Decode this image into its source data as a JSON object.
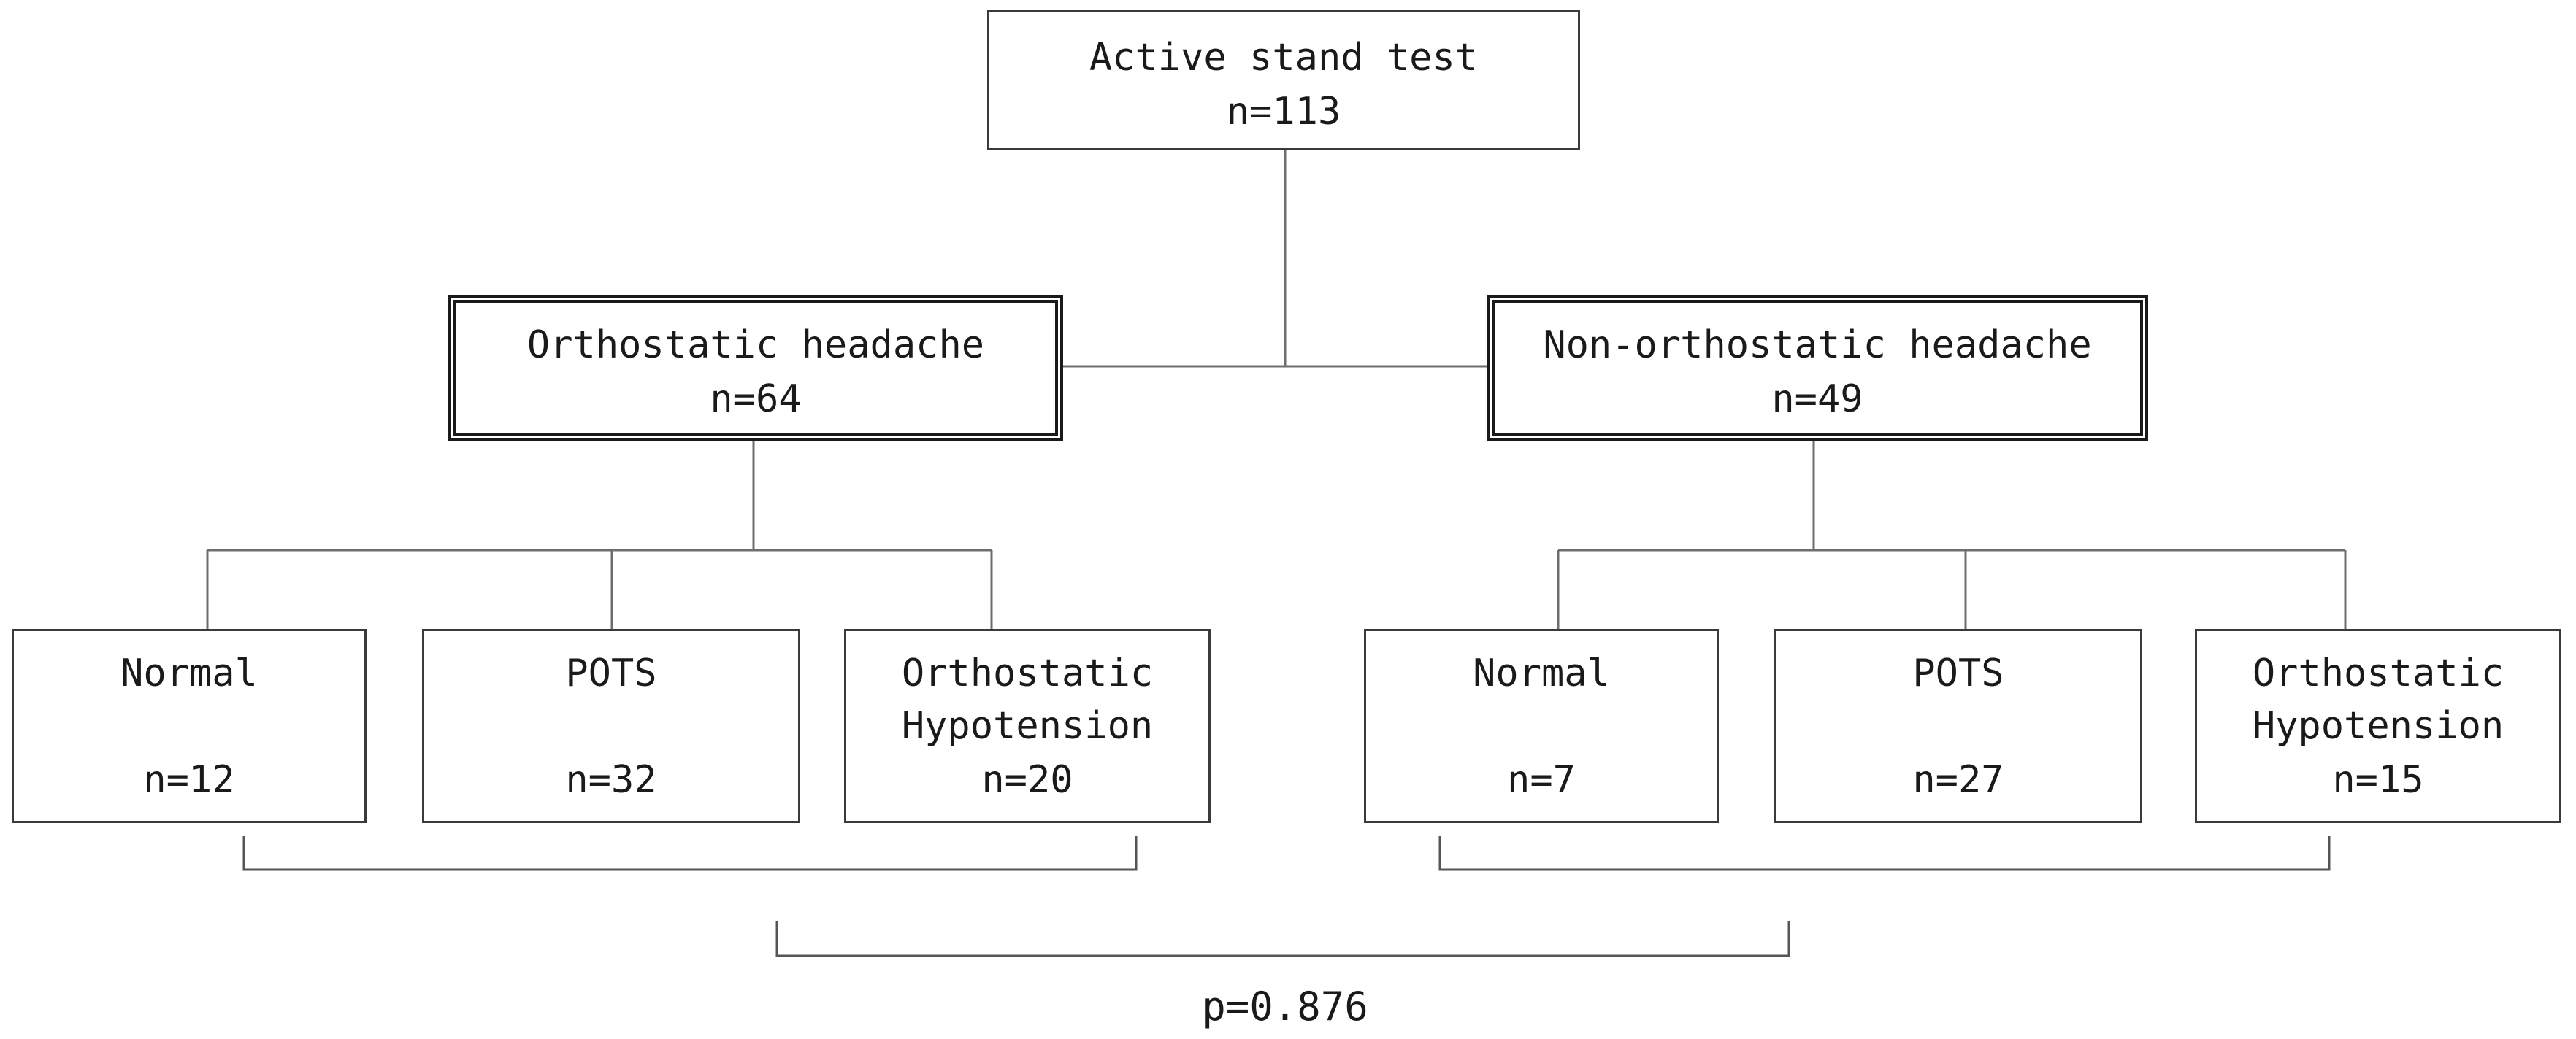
{
  "root": {
    "title": "Active stand test",
    "count": "n=113"
  },
  "groups": [
    {
      "title": "Orthostatic headache",
      "count": "n=64",
      "children": [
        {
          "line1": "Normal",
          "line2": "",
          "count": "n=12"
        },
        {
          "line1": "POTS",
          "line2": "",
          "count": "n=32"
        },
        {
          "line1": "Orthostatic",
          "line2": "Hypotension",
          "count": "n=20"
        }
      ]
    },
    {
      "title": "Non-orthostatic headache",
      "count": "n=49",
      "children": [
        {
          "line1": "Normal",
          "line2": "",
          "count": "n=7"
        },
        {
          "line1": "POTS",
          "line2": "",
          "count": "n=27"
        },
        {
          "line1": "Orthostatic",
          "line2": "Hypotension",
          "count": "n=15"
        }
      ]
    }
  ],
  "comparison": {
    "p_value": "p=0.876"
  },
  "colors": {
    "line": "#6e6e6e",
    "border": "#1a1a1a",
    "text": "#1a1a1a"
  }
}
